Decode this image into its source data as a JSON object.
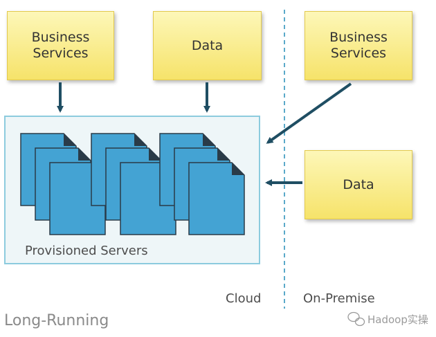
{
  "cloud_side": {
    "business_services": "Business\nServices",
    "data": "Data",
    "container_label": "Provisioned Servers",
    "label": "Cloud"
  },
  "on_premise_side": {
    "business_services": "Business\nServices",
    "data": "Data",
    "label": "On-Premise"
  },
  "caption": "Long-Running",
  "watermark": "Hadoop实操",
  "colors": {
    "box_fill": "#f8e874",
    "arrow": "#1f4e63",
    "server_fill": "#44a3d3",
    "container_border": "#8ccbde",
    "divider": "#5aa9c9"
  }
}
